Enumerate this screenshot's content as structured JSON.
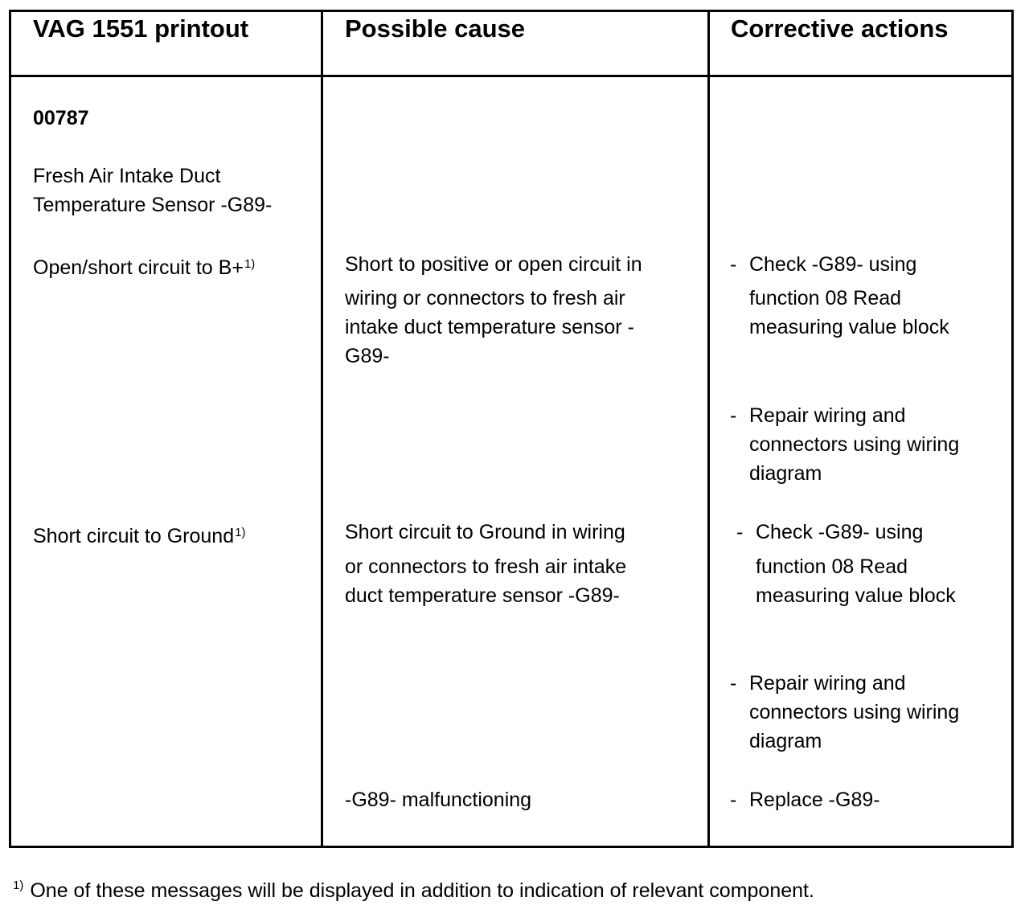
{
  "table": {
    "headers": [
      "VAG 1551 printout",
      "Possible cause",
      "Corrective actions"
    ],
    "fault_code": "00787",
    "component_line1": "Fresh Air Intake Duct",
    "component_line2": "Temperature Sensor -G89-",
    "rows": [
      {
        "printout": "Open/short circuit to B+",
        "footnote_mark": "1)",
        "cause_lines": [
          "Short to positive or open circuit in",
          "wiring or connectors to fresh air",
          "intake duct temperature sensor -",
          "G89-"
        ],
        "actions": [
          {
            "dash": "-",
            "lines": [
              "Check -G89- using",
              "function 08 Read",
              "measuring value block"
            ]
          },
          {
            "dash": "-",
            "lines": [
              "Repair wiring and",
              "connectors using wiring",
              "diagram"
            ]
          }
        ]
      },
      {
        "printout": "Short circuit to Ground",
        "footnote_mark": "1)",
        "cause_lines": [
          "Short circuit to Ground in wiring",
          "or connectors to fresh air intake",
          "duct temperature sensor -G89-"
        ],
        "actions": [
          {
            "dash": "-",
            "lines": [
              "Check -G89- using",
              "function 08 Read",
              "measuring value block"
            ]
          },
          {
            "dash": "-",
            "lines": [
              "Repair wiring and",
              "connectors using wiring",
              "diagram"
            ]
          }
        ],
        "extra_cause": "-G89- malfunctioning",
        "extra_action": {
          "dash": "-",
          "lines": [
            "Replace -G89-"
          ]
        }
      }
    ]
  },
  "footnote": {
    "mark": "1)",
    "text": "One of these messages will be displayed in addition to indication of relevant component."
  }
}
